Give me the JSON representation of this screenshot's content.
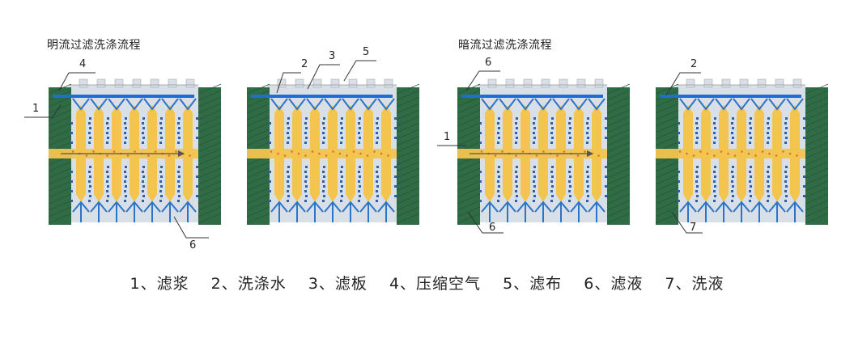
{
  "titles": {
    "open_flow": "明流过滤洗涤流程",
    "dark_flow": "暗流过滤洗涤流程"
  },
  "colors": {
    "frame": "#2f6b45",
    "cloth": "#d8dfe6",
    "channel": "#2a74c9",
    "slurry": "#f3c44e",
    "wash_pipe": "#1e6fcf",
    "dots": "#2a62b0"
  },
  "panels": [
    {
      "name": "open-filtration",
      "callouts": [
        "1",
        "4",
        "6"
      ]
    },
    {
      "name": "open-washing",
      "callouts": [
        "2",
        "3",
        "5"
      ]
    },
    {
      "name": "dark-filtration",
      "callouts": [
        "6",
        "1",
        "6"
      ]
    },
    {
      "name": "dark-washing",
      "callouts": [
        "2",
        "7"
      ]
    }
  ],
  "legend": [
    "1、滤浆",
    "2、洗涤水",
    "3、滤板",
    "4、压缩空气",
    "5、滤布",
    "6、滤液",
    "7、洗液"
  ]
}
